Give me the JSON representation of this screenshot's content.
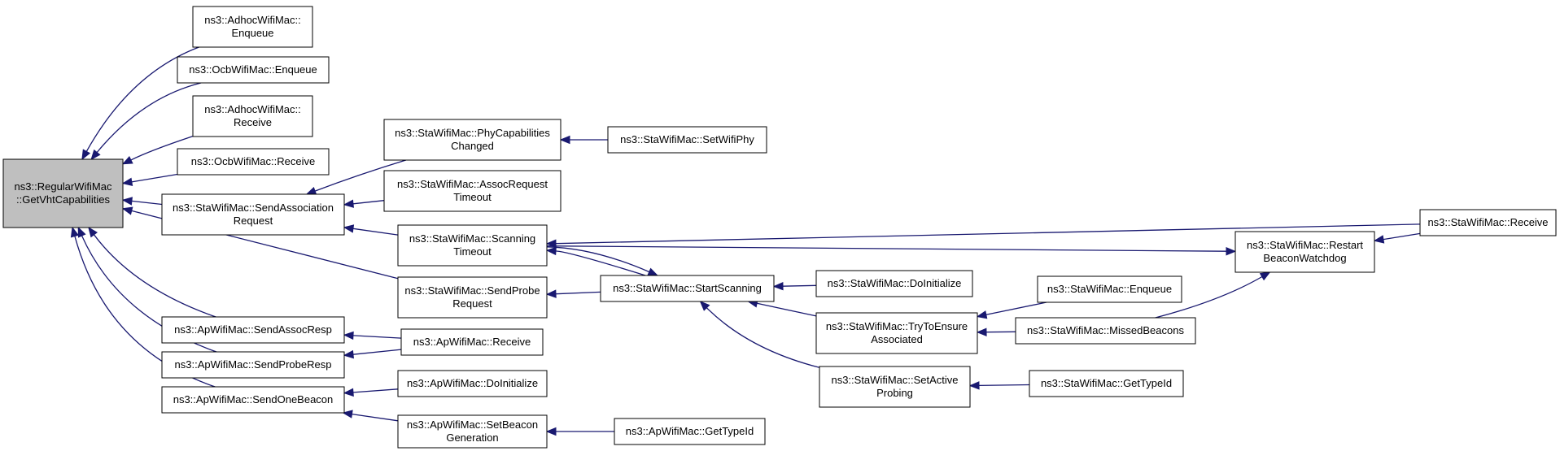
{
  "diagram": {
    "colors": {
      "edge": "#191970",
      "root_fill": "#bfbfbf",
      "node_fill": "#ffffff",
      "border": "#000000"
    },
    "nodes": [
      {
        "id": "root",
        "lines": [
          "ns3::RegularWifiMac",
          "::GetVhtCapabilities"
        ]
      },
      {
        "id": "adhoc-enqueue",
        "lines": [
          "ns3::AdhocWifiMac::",
          "Enqueue"
        ]
      },
      {
        "id": "ocb-enqueue",
        "lines": [
          "ns3::OcbWifiMac::Enqueue"
        ]
      },
      {
        "id": "adhoc-receive",
        "lines": [
          "ns3::AdhocWifiMac::",
          "Receive"
        ]
      },
      {
        "id": "ocb-receive",
        "lines": [
          "ns3::OcbWifiMac::Receive"
        ]
      },
      {
        "id": "sta-send-assoc",
        "lines": [
          "ns3::StaWifiMac::SendAssociation",
          "Request"
        ]
      },
      {
        "id": "ap-send-assoc-resp",
        "lines": [
          "ns3::ApWifiMac::SendAssocResp"
        ]
      },
      {
        "id": "ap-send-probe-resp",
        "lines": [
          "ns3::ApWifiMac::SendProbeResp"
        ]
      },
      {
        "id": "ap-send-one-beacon",
        "lines": [
          "ns3::ApWifiMac::SendOneBeacon"
        ]
      },
      {
        "id": "sta-phy-cap",
        "lines": [
          "ns3::StaWifiMac::PhyCapabilities",
          "Changed"
        ]
      },
      {
        "id": "sta-assoc-timeout",
        "lines": [
          "ns3::StaWifiMac::AssocRequest",
          "Timeout"
        ]
      },
      {
        "id": "sta-scan-timeout",
        "lines": [
          "ns3::StaWifiMac::Scanning",
          "Timeout"
        ]
      },
      {
        "id": "sta-send-probe",
        "lines": [
          "ns3::StaWifiMac::SendProbe",
          "Request"
        ]
      },
      {
        "id": "ap-receive",
        "lines": [
          "ns3::ApWifiMac::Receive"
        ]
      },
      {
        "id": "ap-doinit",
        "lines": [
          "ns3::ApWifiMac::DoInitialize"
        ]
      },
      {
        "id": "ap-set-beacon-gen",
        "lines": [
          "ns3::ApWifiMac::SetBeacon",
          "Generation"
        ]
      },
      {
        "id": "sta-set-wifi-phy",
        "lines": [
          "ns3::StaWifiMac::SetWifiPhy"
        ]
      },
      {
        "id": "sta-start-scan",
        "lines": [
          "ns3::StaWifiMac::StartScanning"
        ]
      },
      {
        "id": "sta-doinit",
        "lines": [
          "ns3::StaWifiMac::DoInitialize"
        ]
      },
      {
        "id": "sta-try-ensure",
        "lines": [
          "ns3::StaWifiMac::TryToEnsure",
          "Associated"
        ]
      },
      {
        "id": "sta-set-active",
        "lines": [
          "ns3::StaWifiMac::SetActive",
          "Probing"
        ]
      },
      {
        "id": "ap-get-type",
        "lines": [
          "ns3::ApWifiMac::GetTypeId"
        ]
      },
      {
        "id": "sta-restart-beacon",
        "lines": [
          "ns3::StaWifiMac::Restart",
          "BeaconWatchdog"
        ]
      },
      {
        "id": "sta-enqueue",
        "lines": [
          "ns3::StaWifiMac::Enqueue"
        ]
      },
      {
        "id": "sta-missed-beacons",
        "lines": [
          "ns3::StaWifiMac::MissedBeacons"
        ]
      },
      {
        "id": "sta-get-type",
        "lines": [
          "ns3::StaWifiMac::GetTypeId"
        ]
      },
      {
        "id": "sta-receive",
        "lines": [
          "ns3::StaWifiMac::Receive"
        ]
      }
    ],
    "edges": [
      {
        "from": "adhoc-enqueue",
        "to": "root"
      },
      {
        "from": "ocb-enqueue",
        "to": "root"
      },
      {
        "from": "adhoc-receive",
        "to": "root"
      },
      {
        "from": "ocb-receive",
        "to": "root"
      },
      {
        "from": "sta-send-assoc",
        "to": "root"
      },
      {
        "from": "sta-send-probe",
        "to": "root"
      },
      {
        "from": "ap-send-assoc-resp",
        "to": "root"
      },
      {
        "from": "ap-send-probe-resp",
        "to": "root"
      },
      {
        "from": "ap-send-one-beacon",
        "to": "root"
      },
      {
        "from": "sta-phy-cap",
        "to": "sta-send-assoc"
      },
      {
        "from": "sta-assoc-timeout",
        "to": "sta-send-assoc"
      },
      {
        "from": "sta-scan-timeout",
        "to": "sta-send-assoc"
      },
      {
        "from": "ap-receive",
        "to": "ap-send-assoc-resp"
      },
      {
        "from": "ap-receive",
        "to": "ap-send-probe-resp"
      },
      {
        "from": "ap-doinit",
        "to": "ap-send-one-beacon"
      },
      {
        "from": "ap-set-beacon-gen",
        "to": "ap-send-one-beacon"
      },
      {
        "from": "sta-set-wifi-phy",
        "to": "sta-phy-cap"
      },
      {
        "from": "sta-start-scan",
        "to": "sta-scan-timeout"
      },
      {
        "from": "sta-scan-timeout",
        "to": "sta-start-scan"
      },
      {
        "from": "sta-start-scan",
        "to": "sta-send-probe"
      },
      {
        "from": "sta-receive",
        "to": "sta-scan-timeout"
      },
      {
        "from": "sta-scan-timeout",
        "to": "sta-restart-beacon"
      },
      {
        "from": "sta-doinit",
        "to": "sta-start-scan"
      },
      {
        "from": "sta-try-ensure",
        "to": "sta-start-scan"
      },
      {
        "from": "sta-set-active",
        "to": "sta-start-scan"
      },
      {
        "from": "ap-get-type",
        "to": "ap-set-beacon-gen"
      },
      {
        "from": "sta-enqueue",
        "to": "sta-try-ensure"
      },
      {
        "from": "sta-missed-beacons",
        "to": "sta-try-ensure"
      },
      {
        "from": "sta-get-type",
        "to": "sta-set-active"
      },
      {
        "from": "sta-receive",
        "to": "sta-restart-beacon"
      },
      {
        "from": "sta-missed-beacons",
        "to": "sta-restart-beacon"
      }
    ]
  }
}
